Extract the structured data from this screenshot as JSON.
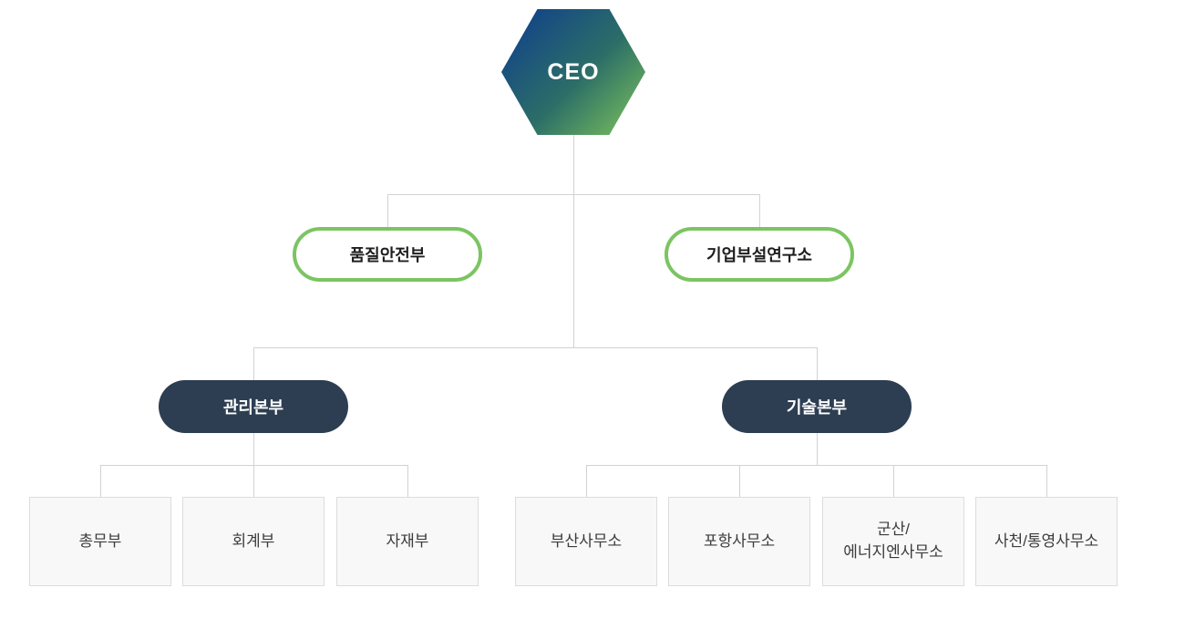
{
  "org": {
    "ceo": {
      "label": "CEO"
    },
    "staff_units": [
      {
        "label": "품질안전부"
      },
      {
        "label": "기업부설연구소"
      }
    ],
    "divisions": [
      {
        "label": "관리본부"
      },
      {
        "label": "기술본부"
      }
    ],
    "management_departments": [
      {
        "label": "총무부"
      },
      {
        "label": "회계부"
      },
      {
        "label": "자재부"
      }
    ],
    "technology_offices": [
      {
        "label": "부산사무소"
      },
      {
        "label": "포항사무소"
      },
      {
        "label": "군산/\n에너지엔사무소"
      },
      {
        "label": "사천/통영사무소"
      }
    ]
  },
  "colors": {
    "hexagon_gradient_start": "#0d3c8e",
    "hexagon_gradient_end": "#7fc65c",
    "green_pill_border": "#7cc462",
    "dark_pill_background": "#2d3e52",
    "leaf_box_background": "#f8f8f8",
    "leaf_box_border": "#dcdcdc",
    "connector_line": "#d2d2d2",
    "background": "#ffffff"
  }
}
